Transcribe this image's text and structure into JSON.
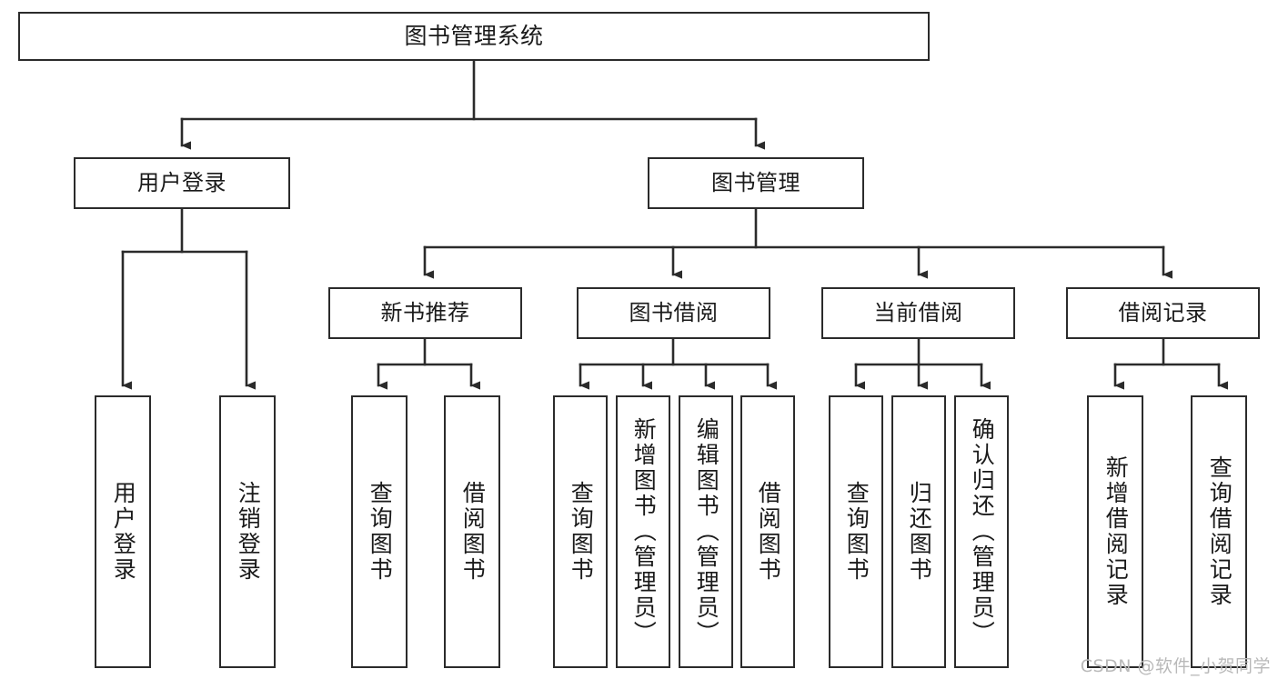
{
  "diagram": {
    "title": "图书管理系统",
    "type": "tree-hierarchy",
    "watermark": "CSDN @软件_小贺同学",
    "colors": {
      "stroke": "#2b2b2b",
      "fill": "#ffffff",
      "text": "#1a1a1a",
      "watermark": "#b9b9b9"
    },
    "root": {
      "id": "root",
      "label": "图书管理系统"
    },
    "level2": [
      {
        "id": "user-login",
        "label": "用户登录"
      },
      {
        "id": "book-manage",
        "label": "图书管理"
      }
    ],
    "level3": [
      {
        "id": "new-book-rec",
        "label": "新书推荐"
      },
      {
        "id": "book-borrow",
        "label": "图书借阅"
      },
      {
        "id": "current-borrow",
        "label": "当前借阅"
      },
      {
        "id": "borrow-record",
        "label": "借阅记录"
      }
    ],
    "leaves": {
      "user-login": [
        {
          "id": "leaf-user-login",
          "label": "用户登录"
        },
        {
          "id": "leaf-logout",
          "label": "注销登录"
        }
      ],
      "new-book-rec": [
        {
          "id": "leaf-query-book-1",
          "label": "查询图书"
        },
        {
          "id": "leaf-borrow-book-1",
          "label": "借阅图书"
        }
      ],
      "book-borrow": [
        {
          "id": "leaf-query-book-2",
          "label": "查询图书"
        },
        {
          "id": "leaf-add-book",
          "label": "新增图书（管理员）"
        },
        {
          "id": "leaf-edit-book",
          "label": "编辑图书（管理员）"
        },
        {
          "id": "leaf-borrow-book-2",
          "label": "借阅图书"
        }
      ],
      "current-borrow": [
        {
          "id": "leaf-query-book-3",
          "label": "查询图书"
        },
        {
          "id": "leaf-return-book",
          "label": "归还图书"
        },
        {
          "id": "leaf-confirm-return",
          "label": "确认归还（管理员）"
        }
      ],
      "borrow-record": [
        {
          "id": "leaf-add-record",
          "label": "新增借阅记录"
        },
        {
          "id": "leaf-query-record",
          "label": "查询借阅记录"
        }
      ]
    }
  }
}
